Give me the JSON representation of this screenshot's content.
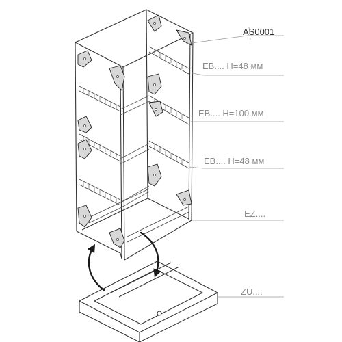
{
  "drawing_ref": "AS0001",
  "callouts": {
    "eb_top": "EB.... H=48 мм",
    "eb_mid": "EB.... H=100 мм",
    "eb_bottom": "EB.... H=48 мм",
    "ez": "EZ....",
    "zu": "ZU...."
  },
  "colors": {
    "line": "#333333",
    "leader": "#9a9a9a",
    "label": "#8a8a8a"
  }
}
